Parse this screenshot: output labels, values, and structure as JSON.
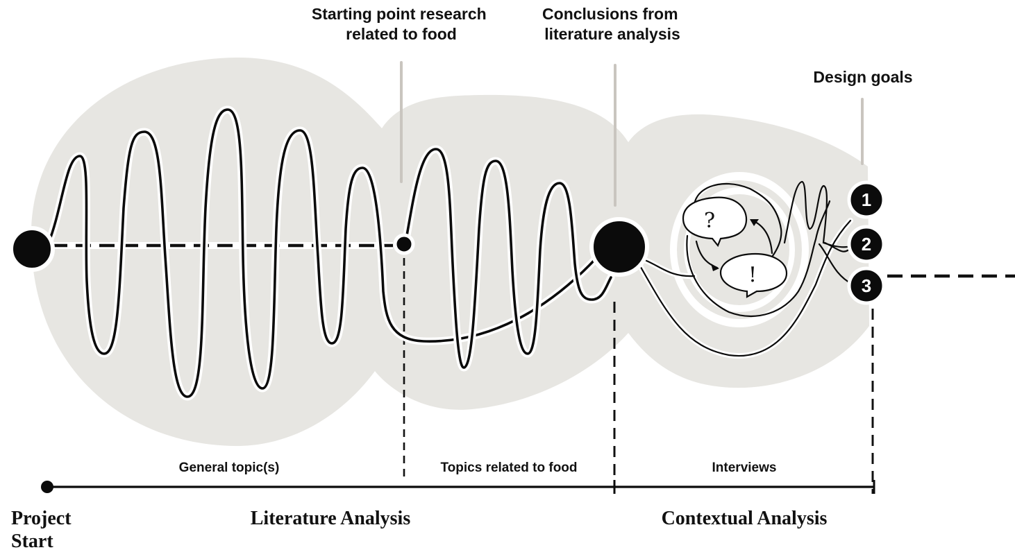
{
  "annotations": {
    "starting_point": [
      "Starting point research",
      "related to food"
    ],
    "conclusions": [
      "Conclusions from",
      "literature analysis"
    ],
    "design_goals": "Design goals"
  },
  "phases": {
    "general": "General topic(s)",
    "food": "Topics related to food",
    "interviews": "Interviews"
  },
  "sections": {
    "project_start": [
      "Project",
      "Start"
    ],
    "literature": "Literature Analysis",
    "contextual": "Contextual Analysis"
  },
  "goals": [
    "1",
    "2",
    "3"
  ],
  "bubbles": {
    "question": "?",
    "exclamation": "!"
  },
  "colors": {
    "blob": "#e7e6e2",
    "ink": "#0b0b0b",
    "pointer": "#c9c5bf",
    "background": "#ffffff"
  }
}
